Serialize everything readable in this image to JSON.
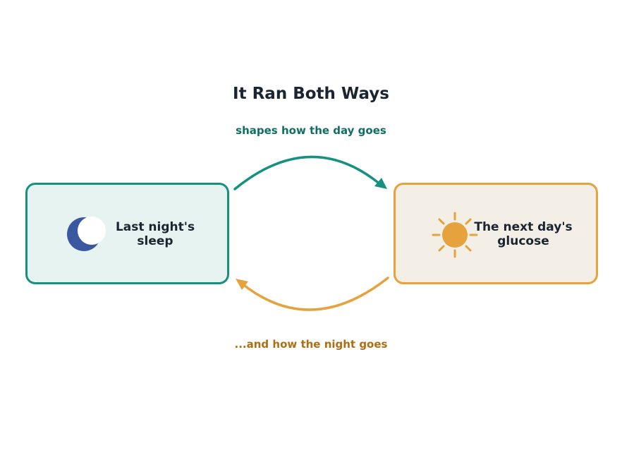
{
  "diagram": {
    "title": "It Ran Both Ways",
    "top_arrow_label": "shapes how the day goes",
    "bottom_arrow_label": "...and how the night goes",
    "left_node": {
      "line1": "Last night's",
      "line2": "sleep",
      "icon": "moon-icon"
    },
    "right_node": {
      "line1": "The next day's",
      "line2": "glucose",
      "icon": "sun-icon"
    }
  },
  "colors": {
    "teal": "#16907f",
    "teal_fill": "#e7f3f1",
    "orange": "#e6a23c",
    "orange_fill": "#f4efe6",
    "moon": "#3a58a0",
    "text": "#1b2431"
  }
}
